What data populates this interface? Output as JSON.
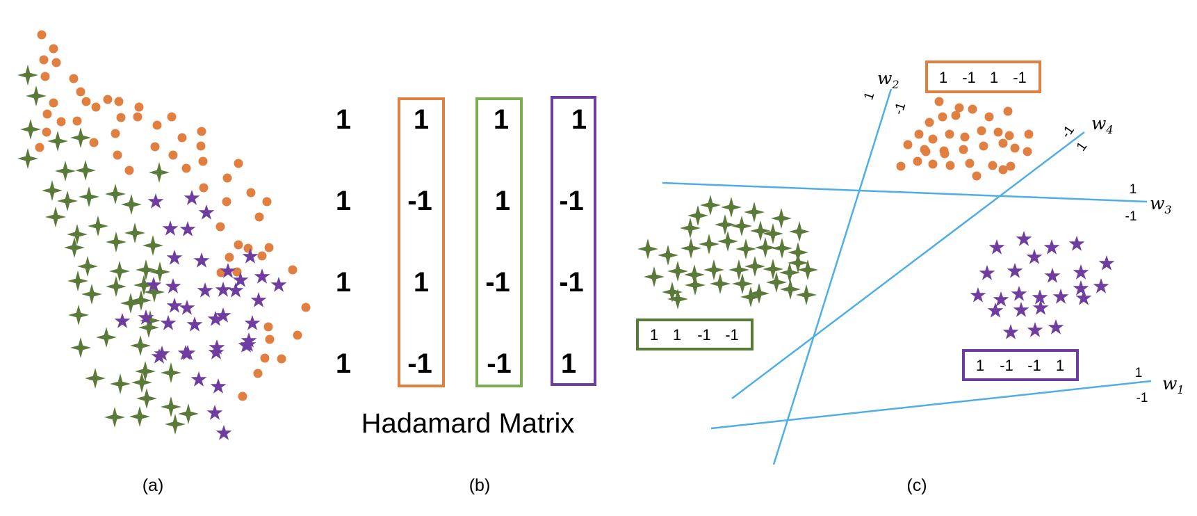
{
  "colors": {
    "orange": "#E07F3F",
    "green": "#5A7A3A",
    "purple": "#6F3CA0",
    "line": "#4FAEE6",
    "box_green": "#7AAE52"
  },
  "icons": {
    "orange_marker": "circle",
    "green_marker": "four-point-star",
    "purple_marker": "five-point-star"
  },
  "panels": {
    "a_label": "(a)",
    "b_label": "(b)",
    "c_label": "(c)"
  },
  "hadamard": {
    "title": "Hadamard Matrix",
    "columns": [
      {
        "values": [
          "1",
          "1",
          "1",
          "1"
        ],
        "boxed": false
      },
      {
        "values": [
          "1",
          "-1",
          "1",
          "-1"
        ],
        "boxed": true,
        "color": "#E07F3F"
      },
      {
        "values": [
          "1",
          "1",
          "-1",
          "-1"
        ],
        "boxed": true,
        "color": "#7AAE52"
      },
      {
        "values": [
          "1",
          "-1",
          "-1",
          "1"
        ],
        "boxed": true,
        "color": "#6F3CA0"
      }
    ]
  },
  "codes": {
    "orange": {
      "values": [
        "1",
        "-1",
        "1",
        "-1"
      ],
      "color": "#E07F3F"
    },
    "green": {
      "values": [
        "1",
        "1",
        "-1",
        "-1"
      ],
      "color": "#5A7A3A"
    },
    "purple": {
      "values": [
        "1",
        "-1",
        "-1",
        "1"
      ],
      "color": "#6F3CA0"
    }
  },
  "hyperplanes": {
    "w1": {
      "name": "w",
      "sub": "1",
      "pos_side": "1",
      "neg_side": "-1"
    },
    "w2": {
      "name": "w",
      "sub": "2",
      "pos_side": "1",
      "neg_side": "-1"
    },
    "w3": {
      "name": "w",
      "sub": "3",
      "pos_side": "1",
      "neg_side": "-1"
    },
    "w4": {
      "name": "w",
      "sub": "4",
      "pos_side": "1",
      "neg_side": "-1"
    }
  }
}
